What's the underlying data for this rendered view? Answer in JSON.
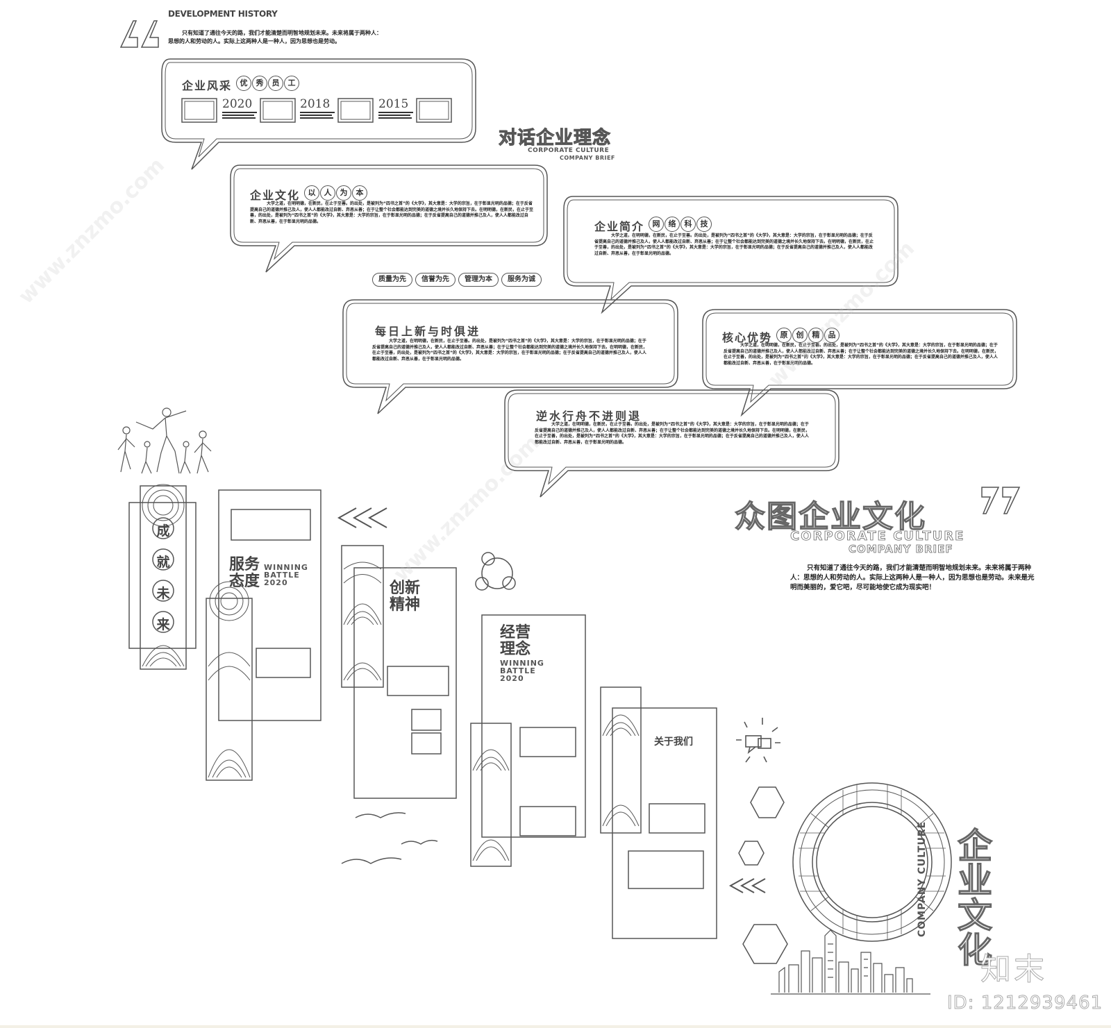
{
  "header": {
    "title": "DEVELOPMENT HISTORY",
    "intro_line1": "只有知道了通往今天的路，我们才能清楚而明智地规划未来。未来将属于两种人：",
    "intro_line2": "思想的人和劳动的人。实际上这两种人是一种人，因为思想也是劳动。"
  },
  "bubble_fengcai": {
    "title": "企业风采",
    "badge": [
      "优",
      "秀",
      "员",
      "工"
    ],
    "years": [
      "2020",
      "2018",
      "2015"
    ]
  },
  "dialogue": {
    "title": "对话企业理念",
    "en1": "CORPORATE CULTURE",
    "en2": "COMPANY BRIEF"
  },
  "bubble_wenhua": {
    "title": "企业文化",
    "badge": [
      "以",
      "人",
      "为",
      "本"
    ],
    "body": "大学之道，在明明德，在新民，在止于至善。的出处，是被列为“四书之首”的《大学》，其大意是：大学的宗旨，在于彰显光明的品德；在于反省提高自己的道德并推己及人，使人人都能改过自新、弃恶从善；在于让整个社会都能达到完美的道德之境并长久地保持下去。在明明德，在新民，在止于至善，的出处，是被列为“四书之首”的《大学》，其大意是：大学的宗旨，在于彰显光明的品德；在于反省提高自己的道德并推己及人，使人人都能改过自新、弃恶从善，在于彰显光明的品德。"
  },
  "pills": [
    "质量为先",
    "信誉为先",
    "管理为本",
    "服务为诚"
  ],
  "bubble_jianjie": {
    "title": "企业简介",
    "badge": [
      "网",
      "络",
      "科",
      "技"
    ],
    "body": "大学之道，在明明德，在新民，在止于至善。的出处，是被列为“四书之首”的《大学》，其大意是：大学的宗旨，在于彰显光明的品德；在于反省提高自己的道德并推己及人，使人人都能改过自新、弃恶从善；在于让整个社会都能达到完美的道德之境并长久地保持下去。在明明德，在新民，在止于至善，的出处，是被列为“四书之首”的《大学》，其大意是：大学的宗旨，在于彰显光明的品德；在于反省提高自己的道德并推己及人，使人人都能改过自新、弃恶从善，在于彰显光明的品德。"
  },
  "bubble_meiri": {
    "title": "每日上新与时俱进",
    "body": "大学之道，在明明德，在新民，在止于至善。的出处，是被列为“四书之首”的《大学》，其大意是：大学的宗旨，在于彰显光明的品德；在于反省提高自己的道德并推己及人，使人人都能改过自新、弃恶从善；在于让整个社会都能达到完美的道德之境并长久地保持下去。在明明德，在新民，在止于至善，的出处，是被列为“四书之首”的《大学》，其大意是：大学的宗旨，在于彰显光明的品德；在于反省提高自己的道德并推己及人，使人人都能改过自新、弃恶从善，在于彰显光明的品德。"
  },
  "bubble_hexin": {
    "title": "核心优势",
    "badge": [
      "原",
      "创",
      "精",
      "品"
    ],
    "body": "大学之道，在明明德，在新民，在止于至善。的出处，是被列为“四书之首”的《大学》，其大意是：大学的宗旨，在于彰显光明的品德；在于反省提高自己的道德并推己及人，使人人都能改过自新、弃恶从善；在于让整个社会都能达到完美的道德之境并长久地保持下去。在明明德，在新民，在止于至善，的出处，是被列为“四书之首”的《大学》，其大意是：大学的宗旨，在于彰显光明的品德；在于反省提高自己的道德并推己及人，使人人都能改过自新、弃恶从善，在于彰显光明的品德。"
  },
  "bubble_nishui": {
    "title": "逆水行舟不进则退",
    "body": "大学之道，在明明德，在新民，在止于至善。的出处，是被列为“四书之首”的《大学》，其大意是：大学的宗旨，在于彰显光明的品德；在于反省提高自己的道德并推己及人，使人人都能改过自新、弃恶从善；在于让整个社会都能达到完美的道德之境并长久地保持下去。在明明德，在新民，在止于至善，的出处，是被列为“四书之首”的《大学》，其大意是：大学的宗旨，在于彰显光明的品德；在于反省提高自己的道德并推己及人，使人人都能改过自新、弃恶从善，在于彰显光明的品德。"
  },
  "zhongtu": {
    "title": "众图企业文化",
    "en1": "CORPORATE CULTURE",
    "en2": "COMPANY BRIEF",
    "body": "只有知道了通往今天的路，我们才能清楚而明智地规划未来。未来将属于两种人：思想的人和劳动的人。实际上这两种人是一种人，因为思想也是劳动。未来是光明而美丽的，爱它吧，尽可能地使它成为现实吧！"
  },
  "chengjiu": [
    "成",
    "就",
    "未",
    "来"
  ],
  "panel_fuwu": {
    "title1": "服务",
    "title2": "态度",
    "en1": "WINNING",
    "en2": "BATTLE",
    "en3": "2020"
  },
  "panel_chuangxin": {
    "title1": "创新",
    "title2": "精神"
  },
  "panel_jingying": {
    "title1": "经营",
    "title2": "理念",
    "en1": "WINNING",
    "en2": "BATTLE",
    "en3": "2020"
  },
  "panel_guanyu": {
    "title": "关于我们"
  },
  "qiye_vertical": [
    "企",
    "业",
    "文",
    "化"
  ],
  "company_culture_vertical": "COMPANY CULTURE",
  "watermark": {
    "brand": "知末",
    "id": "ID: 1212939461",
    "url": "www.znzmo.com"
  }
}
